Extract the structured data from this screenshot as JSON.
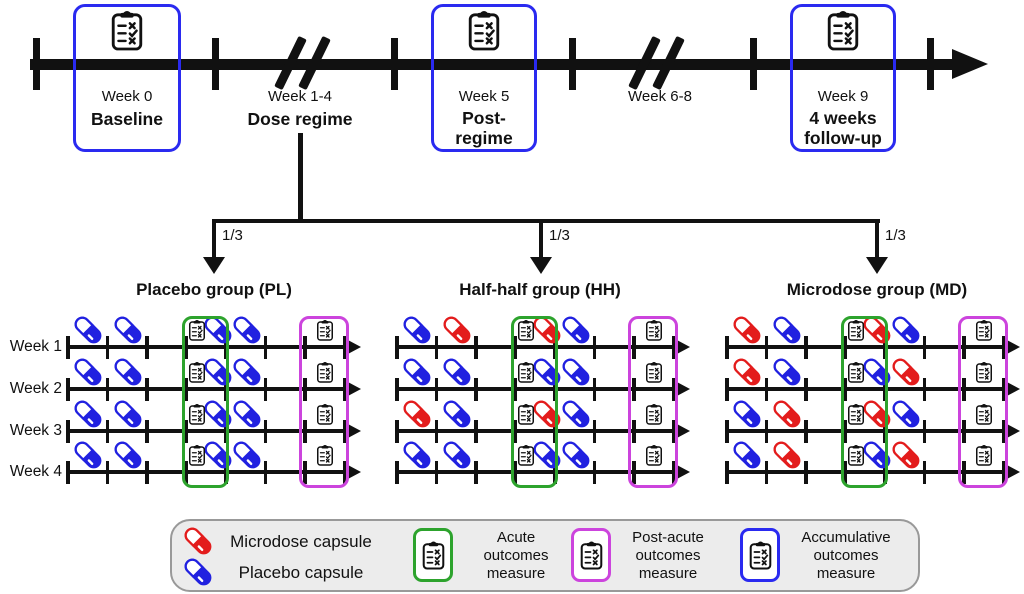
{
  "colors": {
    "black": "#111111",
    "microdose_red": "#e31c1c",
    "placebo_blue": "#2121e0",
    "acute_green": "#2da32d",
    "post_acute_magenta": "#cc44dd",
    "accumulative_blue": "#2a2af0",
    "legend_bg": "#ececec",
    "legend_border": "#999999"
  },
  "timeline": {
    "stages": [
      {
        "week": "Week 0",
        "bold1": "Baseline",
        "bold2": "",
        "accumulative_box": true
      },
      {
        "week": "Week 1-4",
        "bold1": "Dose regime",
        "bold2": "",
        "accumulative_box": false
      },
      {
        "week": "Week 5",
        "bold1": "Post-",
        "bold2": "regime",
        "accumulative_box": true
      },
      {
        "week": "Week 6-8",
        "bold1": "",
        "bold2": "",
        "accumulative_box": false
      },
      {
        "week": "Week 9",
        "bold1": "4 weeks",
        "bold2": "follow-up",
        "accumulative_box": true
      }
    ]
  },
  "branch": {
    "fractions": [
      "1/3",
      "1/3",
      "1/3"
    ]
  },
  "week_labels": [
    "Week 1",
    "Week 2",
    "Week 3",
    "Week 4"
  ],
  "row_structure": {
    "slots": [
      "capsule",
      "capsule",
      "acute-outcomes-clipboard",
      "capsule",
      "capsule",
      "post-acute-outcomes-clipboard"
    ]
  },
  "groups": [
    {
      "id": "PL",
      "title": "Placebo group (PL)",
      "weeks": [
        [
          "placebo",
          "placebo",
          "placebo",
          "placebo"
        ],
        [
          "placebo",
          "placebo",
          "placebo",
          "placebo"
        ],
        [
          "placebo",
          "placebo",
          "placebo",
          "placebo"
        ],
        [
          "placebo",
          "placebo",
          "placebo",
          "placebo"
        ]
      ]
    },
    {
      "id": "HH",
      "title": "Half-half group (HH)",
      "weeks": [
        [
          "placebo",
          "microdose",
          "microdose",
          "placebo"
        ],
        [
          "placebo",
          "placebo",
          "placebo",
          "placebo"
        ],
        [
          "microdose",
          "placebo",
          "microdose",
          "placebo"
        ],
        [
          "placebo",
          "placebo",
          "placebo",
          "placebo"
        ]
      ]
    },
    {
      "id": "MD",
      "title": "Microdose group (MD)",
      "weeks": [
        [
          "microdose",
          "placebo",
          "microdose",
          "placebo"
        ],
        [
          "microdose",
          "placebo",
          "placebo",
          "microdose"
        ],
        [
          "placebo",
          "microdose",
          "microdose",
          "placebo"
        ],
        [
          "placebo",
          "microdose",
          "placebo",
          "microdose"
        ]
      ]
    }
  ],
  "legend": {
    "items": [
      {
        "icon": "microdose-capsule",
        "label": "Microdose capsule"
      },
      {
        "icon": "placebo-capsule",
        "label": "Placebo capsule"
      },
      {
        "icon": "acute-outcomes-measure",
        "line1": "Acute",
        "line2": "outcomes",
        "line3": "measure"
      },
      {
        "icon": "post-acute-outcomes-measure",
        "line1": "Post-acute",
        "line2": "outcomes",
        "line3": "measure"
      },
      {
        "icon": "accumulative-outcomes-measure",
        "line1": "Accumulative",
        "line2": "outcomes",
        "line3": "measure"
      }
    ]
  }
}
